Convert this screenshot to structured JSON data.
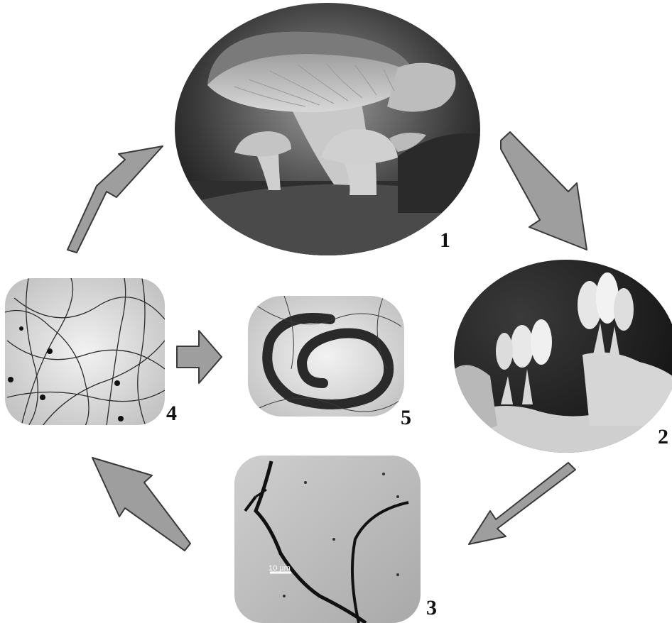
{
  "diagram": {
    "stages": [
      {
        "number": "1",
        "image": "oyster-mushroom-fruiting-body"
      },
      {
        "number": "2",
        "image": "basidia-with-spores-micrograph"
      },
      {
        "number": "3",
        "image": "germinating-hypha-micrograph"
      },
      {
        "number": "4",
        "image": "mycelium-network-micrograph"
      },
      {
        "number": "5",
        "image": "nematode-trapping-mycelium-micrograph"
      }
    ],
    "scale_bar_label": "10 µm",
    "colors": {
      "arrow_fill": "#9e9e9e",
      "arrow_stroke": "#3a3a3a",
      "label": "#111111"
    }
  }
}
